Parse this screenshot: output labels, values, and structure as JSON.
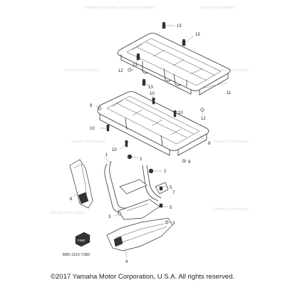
{
  "diagram": {
    "callouts": {
      "c1": "1",
      "c2a": "2",
      "c2b": "2",
      "c3a": "3",
      "c3b": "3",
      "c4": "4",
      "c5a": "5",
      "c5b": "5",
      "c6": "6",
      "c7": "7",
      "c8": "8",
      "c9a": "9",
      "c9b": "9",
      "c10a": "10",
      "c10b": "10",
      "c10c": "10",
      "c10d": "10",
      "c11": "11",
      "c12a": "12",
      "c12b": "12",
      "c13a": "13",
      "c13b": "13",
      "c13c": "13",
      "c13d": "13"
    },
    "front_label": "FWD",
    "drawing_code": "BB5-1110-T380",
    "watermark": "Yamaha Technologies"
  },
  "footer": {
    "copyright": "©2017 Yamaha Motor Corporation, U.S.A. All rights reserved."
  }
}
